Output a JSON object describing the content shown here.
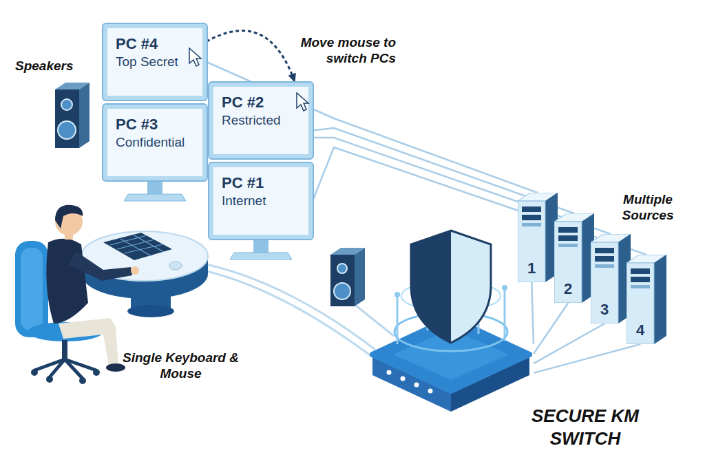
{
  "diagram": {
    "nodes": [
      {
        "text": [
          "PC #4",
          "Top Secret"
        ]
      },
      {
        "text": [
          "PC #2",
          "Restricted"
        ]
      },
      {
        "text": [
          "PC #3",
          "Confidential"
        ]
      },
      {
        "text": [
          "PC #1",
          "Internet"
        ]
      },
      {
        "text": [
          "1"
        ]
      },
      {
        "text": [
          "2"
        ]
      },
      {
        "text": [
          "3"
        ]
      },
      {
        "text": [
          "4"
        ]
      },
      {
        "text": [
          "SECURE KM SWITCH"
        ]
      }
    ],
    "edges": [
      {
        "from": 0,
        "to": 1,
        "arrow": "to"
      },
      {
        "from": 0,
        "to": 4,
        "arrow": "none"
      },
      {
        "from": 2,
        "to": 5,
        "arrow": "none"
      },
      {
        "from": 1,
        "to": 6,
        "arrow": "none"
      },
      {
        "from": 3,
        "to": 7,
        "arrow": "none"
      },
      {
        "from": 8,
        "to": 4,
        "arrow": "none"
      },
      {
        "from": 8,
        "to": 5,
        "arrow": "none"
      },
      {
        "from": 8,
        "to": 6,
        "arrow": "none"
      },
      {
        "from": 8,
        "to": 7,
        "arrow": "none"
      }
    ],
    "labels": [
      "Speakers",
      "Move mouse to switch PCs",
      "Multiple Sources",
      "Single Keyboard & Mouse"
    ]
  }
}
